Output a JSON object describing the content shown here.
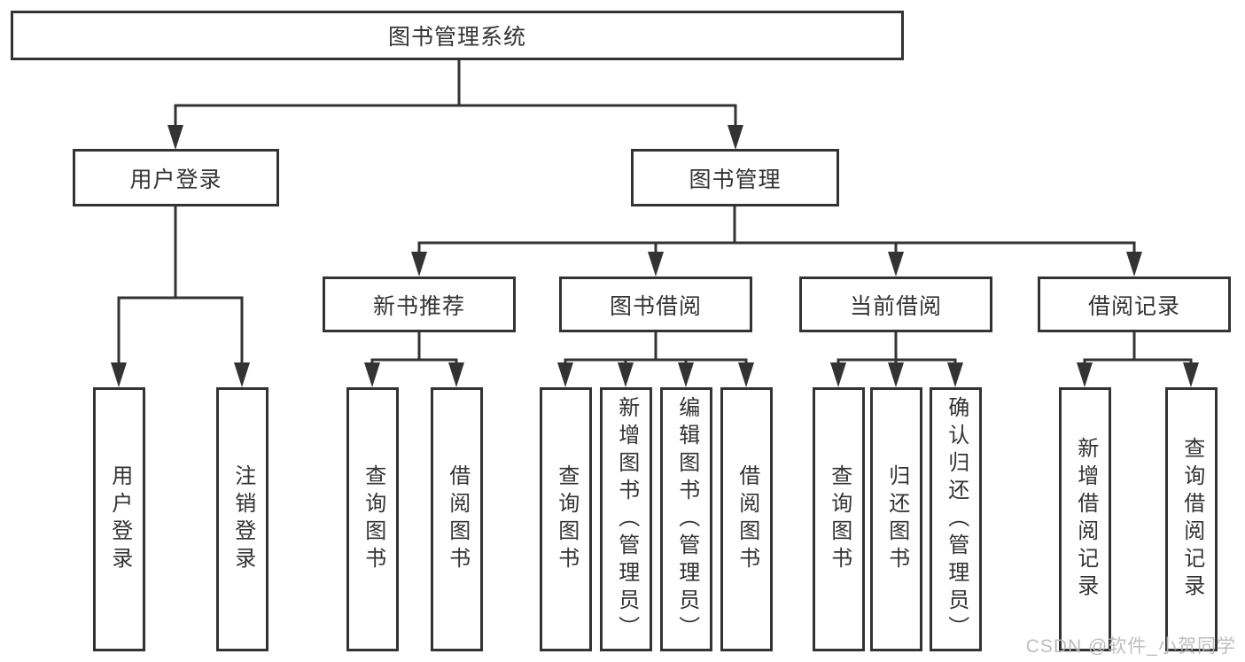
{
  "diagram": {
    "root": "图书管理系统",
    "branches": [
      {
        "label": "用户登录",
        "children": [
          "用户登录",
          "注销登录"
        ]
      },
      {
        "label": "图书管理",
        "groups": [
          {
            "label": "新书推荐",
            "children": [
              "查询图书",
              "借阅图书"
            ]
          },
          {
            "label": "图书借阅",
            "children": [
              "查询图书",
              "新增图书（管理员）",
              "编辑图书（管理员）",
              "借阅图书"
            ]
          },
          {
            "label": "当前借阅",
            "children": [
              "查询图书",
              "归还图书",
              "确认归还（管理员）"
            ]
          },
          {
            "label": "借阅记录",
            "children": [
              "新增借阅记录",
              "查询借阅记录"
            ]
          }
        ]
      }
    ]
  },
  "watermark": "CSDN @软件_小贺同学",
  "colors": {
    "line": "#333333",
    "text": "#333333",
    "background": "#ffffff",
    "watermark": "#b9b9b9"
  }
}
